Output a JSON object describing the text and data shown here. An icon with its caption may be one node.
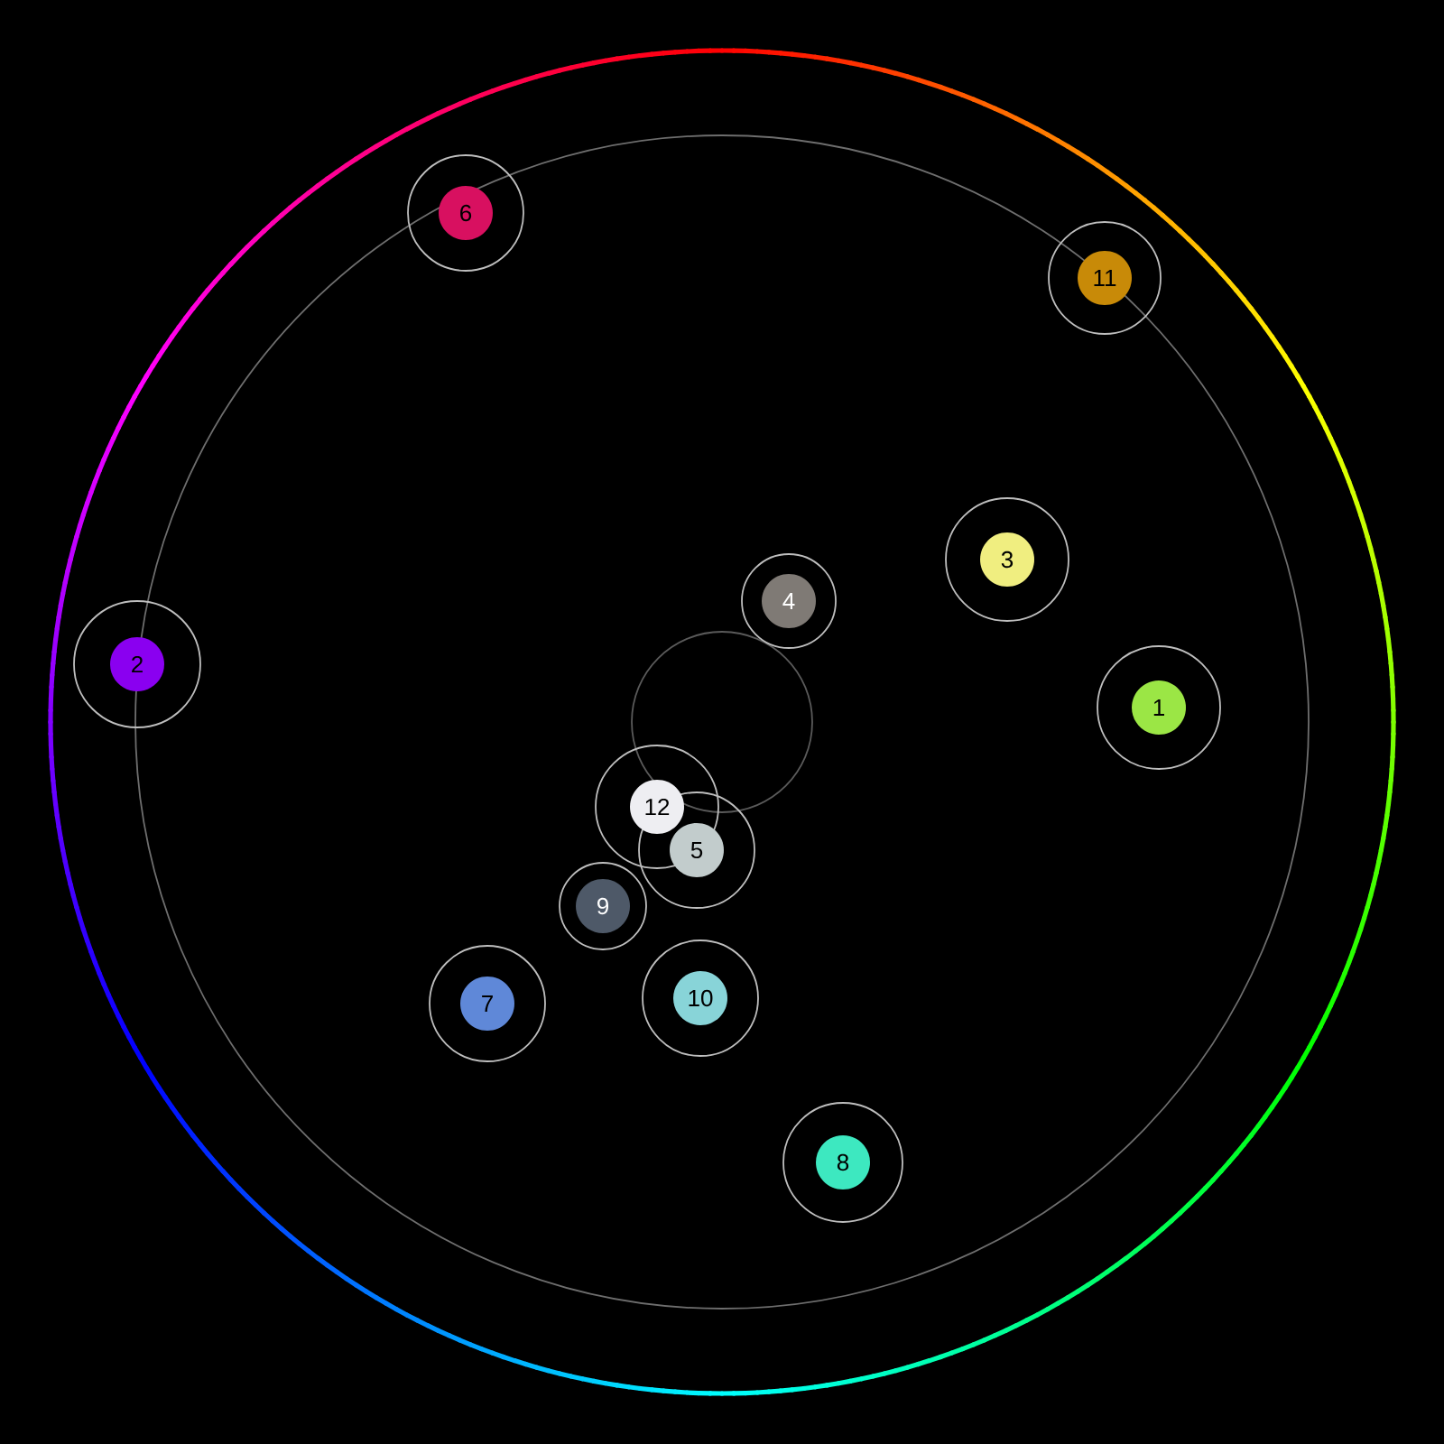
{
  "diagram": {
    "nodes": [
      {
        "text": [
          "6"
        ]
      },
      {
        "text": [
          "11"
        ]
      },
      {
        "text": [
          "3"
        ]
      },
      {
        "text": [
          "4"
        ]
      },
      {
        "text": [
          "2"
        ]
      },
      {
        "text": [
          "1"
        ]
      },
      {
        "text": [
          "12"
        ]
      },
      {
        "text": [
          "5"
        ]
      },
      {
        "text": [
          "9"
        ]
      },
      {
        "text": [
          "7"
        ]
      },
      {
        "text": [
          "10"
        ]
      },
      {
        "text": [
          "8"
        ]
      }
    ]
  }
}
